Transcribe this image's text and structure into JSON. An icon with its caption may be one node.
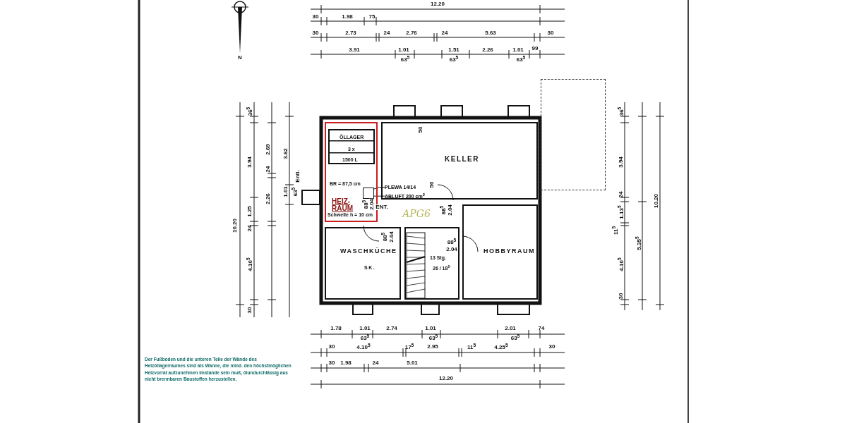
{
  "diagram": {
    "nodes": [
      {
        "text": [
          "BR = 87,5 cm",
          "HEIZ- RAUM",
          "Schwelle h = 10 cm"
        ]
      },
      {
        "text": [
          "ÖLLAGER",
          "3 x",
          "1500 L"
        ],
        "in": 0
      },
      {
        "text": [
          "KELLER"
        ]
      },
      {
        "text": [
          "WASCHKÜCHE",
          "SK."
        ]
      },
      {
        "text": [
          "13 Stg.",
          "26 / 18$^{5}$"
        ]
      },
      {
        "text": [
          "HOBBYRAUM"
        ]
      },
      {
        "text": [
          "PLEWA 14/14"
        ],
        "in": 2
      },
      {
        "text": [
          "ABLUFT 200 cm$^{2}$"
        ],
        "in": 2
      },
      {
        "text": [],
        "shape": "box",
        "in": 0
      },
      {
        "text": [],
        "shape": "box"
      }
    ],
    "edges": [
      {
        "from": 6,
        "to": 8,
        "arrow": "none"
      },
      {
        "from": 7,
        "to": 8,
        "arrow": "none"
      }
    ],
    "labels": [
      "N",
      "12.20",
      "30",
      "1.98",
      "75",
      "30",
      "2.73",
      "24",
      "2.76",
      "24",
      "5.63",
      "30",
      "3.91",
      "1.01",
      "1.51",
      "2.26",
      "1.01",
      "99",
      "63$^{5}$",
      "63$^{5}$",
      "63$^{5}$",
      "36$^{5}$",
      "3.94",
      "2.69",
      "3.62",
      "24",
      "1.01",
      "63$^{5}$",
      "2.26",
      "1.25",
      "10.20",
      "24",
      "4.10$^{5}$",
      "30",
      "Entl.",
      "50",
      "50",
      "88$^{5}$",
      "2.04",
      "ENT.",
      "88$^{5}$",
      "2.04",
      "88$^{5}$",
      "2.04",
      "APG6",
      "88$^{5}$",
      "2.04",
      "36$^{5}$",
      "3.94",
      "24",
      "1.13$^{5}$",
      "11$^{5}$",
      "4.10$^{5}$",
      "30",
      "5.35$^{5}$",
      "10.20",
      "1.78",
      "1.01",
      "2.74",
      "1.01",
      "2.01",
      "74",
      "63$^{5}$",
      "63$^{5}$",
      "63$^{5}$",
      "30",
      "4.10$^{5}$",
      "17$^{5}$",
      "2.95",
      "11$^{5}$",
      "4.25$^{5}$",
      "30",
      "30",
      "1.98",
      "24",
      "5.01",
      "12.20",
      "Der Fußboden und die unteren Teile der Wände des Heizöllagerraumes sind als Wanne, die mind. den höchstmöglichen Heizvorrat aufzunehmen imstande sein muß, ölundurchlässig aus nicht brennbaren Baustoffen herzustellen."
    ]
  }
}
